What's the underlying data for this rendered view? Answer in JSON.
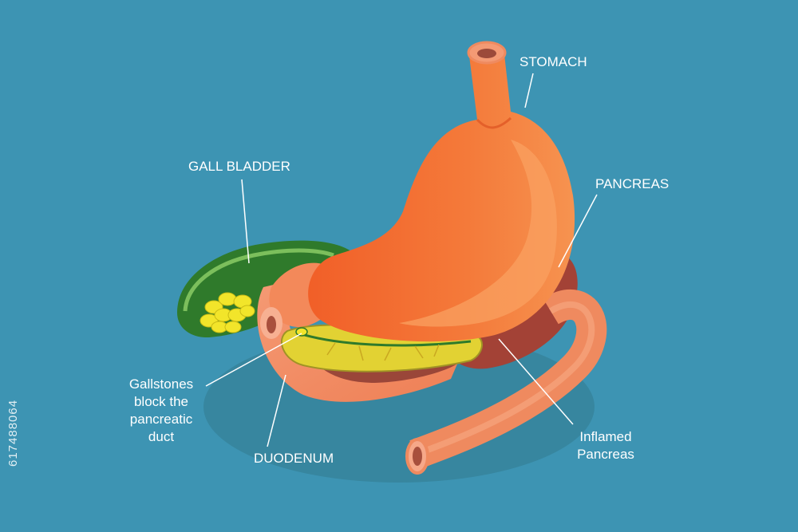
{
  "labels": {
    "stomach": "STOMACH",
    "gall_bladder": "GALL BLADDER",
    "pancreas": "PANCREAS",
    "gallstones": [
      "Gallstones",
      "block the",
      "pancreatic",
      "duct"
    ],
    "duodenum": "DUODENUM",
    "inflamed": [
      "Inflamed",
      "Pancreas"
    ]
  },
  "stock_id": "617488064",
  "colors": {
    "background": "#3d94b3",
    "stomach": "#f47a3a",
    "stomach_light": "#f9a060",
    "duodenum": "#f3895a",
    "pancreas": "#a34236",
    "pancreas_section": "#e2d233",
    "gall_bladder": "#2f7a2b",
    "gallstones": "#f2e52a"
  }
}
